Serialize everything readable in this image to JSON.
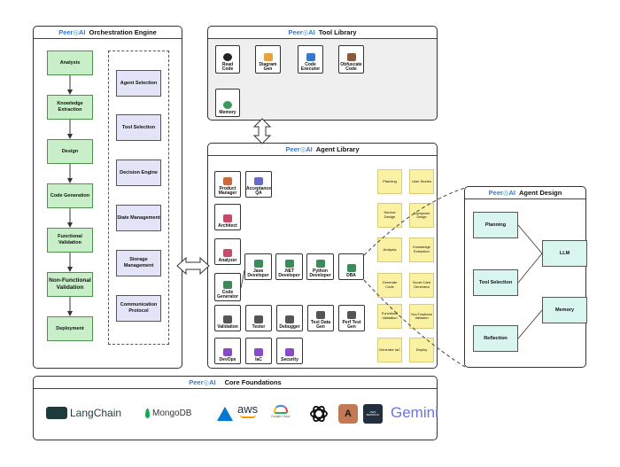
{
  "brand": {
    "peer": "Peer",
    "ai": "AI"
  },
  "orchestration": {
    "title": "Orchestration Engine",
    "flow": [
      "Analysis",
      "Knowledge Extraction",
      "Design",
      "Code Generation",
      "Functional Validation",
      "Non-Functional Validation",
      "Deployment"
    ],
    "services": [
      "Agent Selection",
      "Tool Selection",
      "Decision Engine",
      "State Management",
      "Storage Management",
      "Communication Protocol"
    ]
  },
  "tool_library": {
    "title": "Tool Library",
    "tools": [
      {
        "label": "Read Code",
        "icon": "github-icon",
        "color": "#222222"
      },
      {
        "label": "Diagram Gen",
        "icon": "diagram-icon",
        "color": "#e6a23c"
      },
      {
        "label": "Code Executor",
        "icon": "code-icon",
        "color": "#3a78c9"
      },
      {
        "label": "Obfuscate Code",
        "icon": "obfuscate-icon",
        "color": "#8a5a3c"
      },
      {
        "label": "Memory",
        "icon": "memory-icon",
        "color": "#3a9a5a"
      }
    ]
  },
  "agent_library": {
    "title": "Agent Library",
    "agents": [
      "Product Manager",
      "Acceptance QA",
      "Architect",
      "Analyzer",
      "Code Generator",
      "Java Developer",
      ".NET Developer",
      "Python Developer",
      "DBA",
      "Validation",
      "Tester",
      "Debugger",
      "Test Data Gen",
      "Perf Test Gen",
      "DevOps",
      "IaC",
      "Security"
    ],
    "notes": [
      "Planning",
      "User Stories",
      "Service Design",
      "Deployment Design",
      "Analysis",
      "Knowledge Extraction",
      "Generate Code",
      "Score Card Generator",
      "Functional Validation",
      "Non Functional Validation",
      "Generate IaC",
      "Deploy"
    ]
  },
  "agent_design": {
    "title": "Agent Design",
    "left": [
      "Planning",
      "Tool Selection",
      "Reflection"
    ],
    "right": [
      "LLM",
      "Memory"
    ]
  },
  "core": {
    "title": "Core Foundations",
    "logos": [
      "LangChain",
      "MongoDB",
      "aws",
      "Google Cloud",
      "AWS BEDROCK",
      "Gemini"
    ]
  }
}
